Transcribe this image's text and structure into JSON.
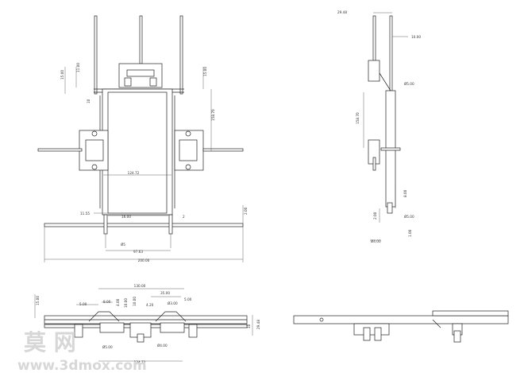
{
  "front_view": {
    "dims": {
      "d15_a": "15.00",
      "d15_b": "15.00",
      "d11": "11.00",
      "d10": "10",
      "d158": "158.70",
      "d124": "124.72",
      "d11_55": "11.55",
      "d16": "16.00",
      "d2": "2",
      "d2_00": "2.00",
      "d5": "Ø5",
      "d97": "97.63",
      "d200": "200.00"
    }
  },
  "side_view": {
    "dims": {
      "d29": "29.48",
      "d10": "10.00",
      "dphi5a": "Ø5.00",
      "d158": "158.70",
      "d8": "8.00",
      "d2": "2.00",
      "dphi5b": "Ø5.00",
      "d1": "1.00",
      "dphi4": "Ø4.00"
    }
  },
  "top_view": {
    "dims": {
      "d130": "130.00",
      "d35": "35.00",
      "d5a": "5.00",
      "d5b": "5.00",
      "d8": "8.00",
      "d4a": "4.00",
      "d10a": "10.00",
      "d15": "15.00",
      "d4b": "4.20",
      "phi3": "Ø3.00",
      "d10b": "10.00",
      "d29": "29.48",
      "d10c": "10",
      "d124": "124.72",
      "phi4": "Ø4.00",
      "phi5": "Ø5.00"
    }
  },
  "watermark": {
    "cn": "莫 网",
    "url": "www.3dmox.com"
  },
  "colors": {
    "line": "#222222",
    "dim_text": "#333333",
    "watermark": "#d7d7d7"
  }
}
